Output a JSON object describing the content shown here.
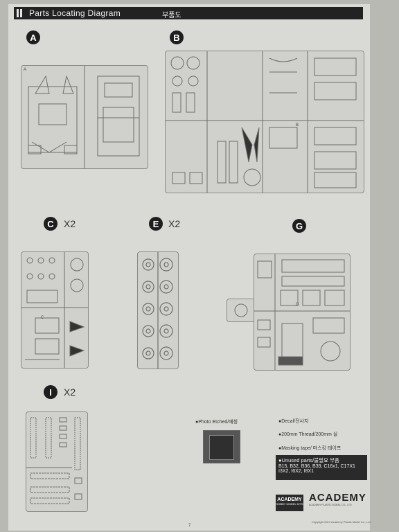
{
  "header": {
    "title": "Parts Locating Diagram",
    "korean": "부품도"
  },
  "sections": [
    {
      "letter": "A",
      "multiplier": "",
      "sprue_tag": "A"
    },
    {
      "letter": "B",
      "multiplier": "",
      "sprue_tag": "B"
    },
    {
      "letter": "C",
      "multiplier": "X2",
      "sprue_tag": "C"
    },
    {
      "letter": "E",
      "multiplier": "X2",
      "sprue_tag": ""
    },
    {
      "letter": "G",
      "multiplier": "",
      "sprue_tag": "G"
    },
    {
      "letter": "I",
      "multiplier": "X2",
      "sprue_tag": ""
    }
  ],
  "legend": {
    "photo_etched": "●Photo Etched/에칭",
    "decal": "●Decal/전사지",
    "thread": "●200mm Thread/200mm 실",
    "masking": "●Masking tape/ 마스킹 테이프",
    "unused_title": "●Unused parts/불필요 부품",
    "unused_line1": "B15, B32, B36, B39, C16x1, C17X1",
    "unused_line2": "I3X2, I6X2, I8X1"
  },
  "brand": {
    "logo_small": "ACADEMY",
    "logo_small_sub": "HOBBY MODEL KITS",
    "logo_large": "ACADEMY",
    "company": "ACADEMY PLASTIC MODEL CO., LTD",
    "copyright": "Copyright 2013 Academy Plastic Model Co., Ltd."
  },
  "page_number": "7"
}
